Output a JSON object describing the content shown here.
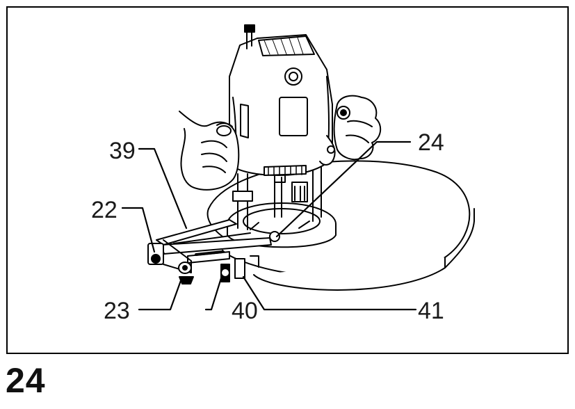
{
  "figure": {
    "number": "24"
  },
  "callouts": {
    "c39": "39",
    "c22": "22",
    "c23": "23",
    "c40": "40",
    "c24": "24",
    "c41": "41"
  },
  "colors": {
    "ink": "#000000",
    "background": "#ffffff",
    "shade": "#3a3a3a"
  }
}
